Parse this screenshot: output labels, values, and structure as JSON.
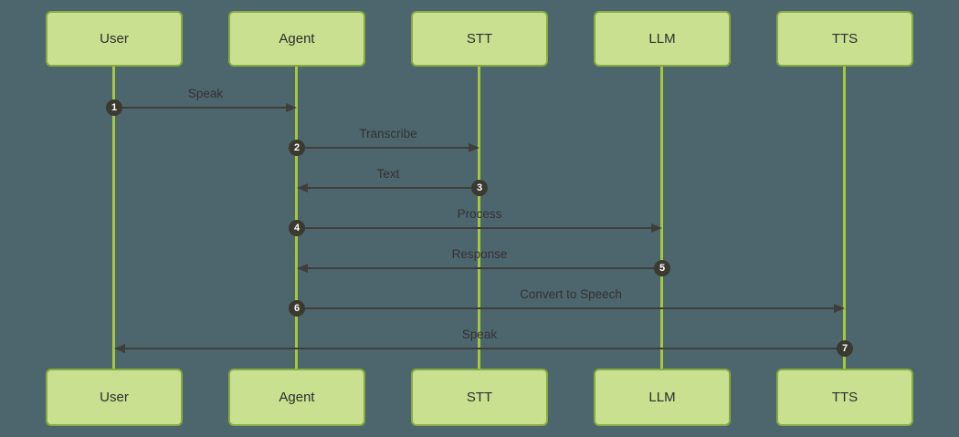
{
  "diagram": {
    "type": "sequence-diagram",
    "colors": {
      "background": "#4d656d",
      "actor_fill": "#c8e08f",
      "actor_border": "#86ab40",
      "lifeline": "#a5c93c",
      "arrow": "#3f3f3a",
      "label_text": "#333333",
      "badge_fill": "#3a3a30",
      "badge_text": "#ffffff"
    }
  },
  "actors": [
    {
      "label": "User"
    },
    {
      "label": "Agent"
    },
    {
      "label": "STT"
    },
    {
      "label": "LLM"
    },
    {
      "label": "TTS"
    }
  ],
  "messages": [
    {
      "num": "1",
      "label": "Speak",
      "from": "User",
      "to": "Agent"
    },
    {
      "num": "2",
      "label": "Transcribe",
      "from": "Agent",
      "to": "STT"
    },
    {
      "num": "3",
      "label": "Text",
      "from": "STT",
      "to": "Agent"
    },
    {
      "num": "4",
      "label": "Process",
      "from": "Agent",
      "to": "LLM"
    },
    {
      "num": "5",
      "label": "Response",
      "from": "LLM",
      "to": "Agent"
    },
    {
      "num": "6",
      "label": "Convert to Speech",
      "from": "Agent",
      "to": "TTS"
    },
    {
      "num": "7",
      "label": "Speak",
      "from": "TTS",
      "to": "User"
    }
  ]
}
